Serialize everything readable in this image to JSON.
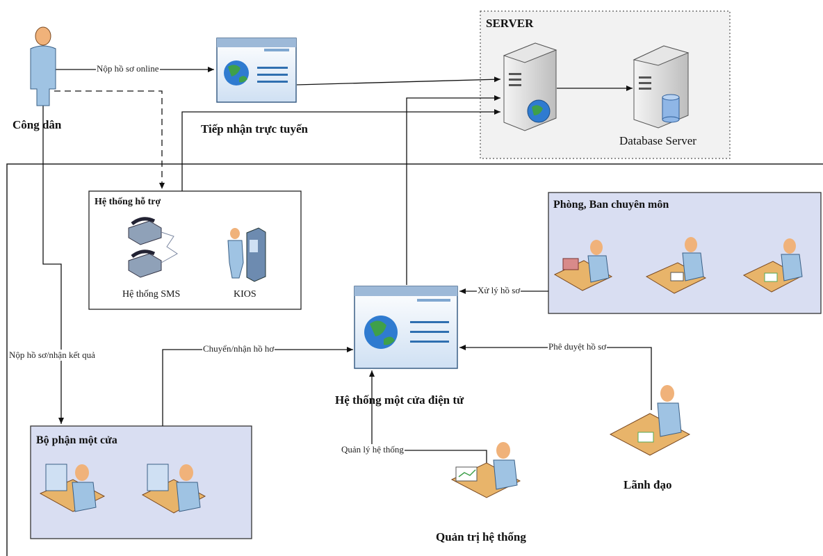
{
  "nodes": {
    "citizen": "Công dân",
    "online_reception": "Tiếp nhận trực tuyến",
    "server_group": "SERVER",
    "database_server": "Database Server",
    "support_system": "Hệ thống hỗ trợ",
    "sms": "Hệ thống SMS",
    "kiosk": "KIOS",
    "departments": "Phòng, Ban chuyên môn",
    "one_stop_system": "Hệ thống một cửa điện tử",
    "one_stop_unit": "Bộ phận một cửa",
    "leader": "Lãnh đạo",
    "admin": "Quản trị hệ thống"
  },
  "edges": {
    "submit_online": "Nộp hồ sơ online",
    "submit_receive": "Nộp hồ sơ/nhận kết quả",
    "transfer": "Chuyển/nhận hồ hơ",
    "process": "Xử lý hồ sơ",
    "approve": "Phê duyệt hồ sơ",
    "manage": "Quản lý hệ thống"
  },
  "colors": {
    "group_fill": "#d9def2",
    "person_fill": "#9fc3e3",
    "desk_fill": "#e8b46a",
    "window_fill": "#cfe0f3"
  }
}
